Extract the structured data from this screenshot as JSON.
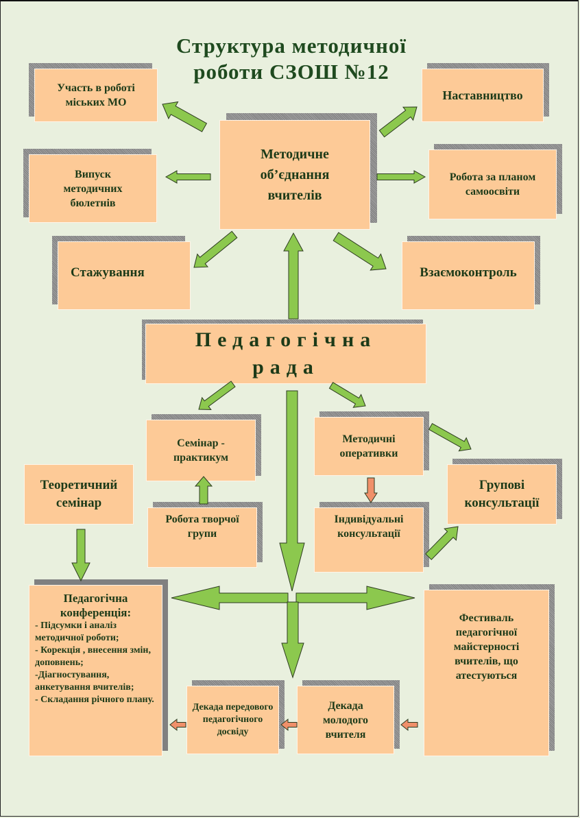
{
  "title": {
    "line1": "Структура методичної",
    "line2": "роботи СЗОШ №12"
  },
  "boxes": {
    "uchast": "Участь в роботі міських МО",
    "nastavnytstvo": "Наставництво",
    "metod_obiednannia": "Методичне об’єднання вчителів",
    "vypusk": "Випуск методичних бюлетнів",
    "samoosvita": "Робота за планом самоосвіти",
    "stazhuvannia": "Стажування",
    "vzaiemokontrol": "Взаємоконтроль",
    "ped_rada": "Педагогічна рада",
    "seminar_praktykum": "Семінар - практикум",
    "operatyvky": "Методичні оперативки",
    "teoretychnyi": "Теоретичний семінар",
    "hrupovi": "Групові консультації",
    "tvorcha_hrupa": "Робота творчої групи",
    "indyvidualni": "Індивідуальні консультації",
    "festyval": "Фестиваль педагогічної майстерності вчителів, що атестуються",
    "dekada_peredovoho": "Декада передового педагогічного досвіду",
    "dekada_molodoho": "Декада молодого вчителя"
  },
  "konferentsiia": {
    "heading": "Педагогічна конференція:",
    "items": [
      "- Підсумки і аналіз методичної роботи;",
      "- Корекція , внесення змін, доповнень;",
      "-Діагностування, анкетування вчителів;",
      "- Складання річного плану."
    ]
  },
  "colors": {
    "background": "#e9f0de",
    "box": "#fdca97",
    "arrow_green": "#8cc84e",
    "arrow_orange": "#f0906a",
    "text": "#1c3a18"
  }
}
